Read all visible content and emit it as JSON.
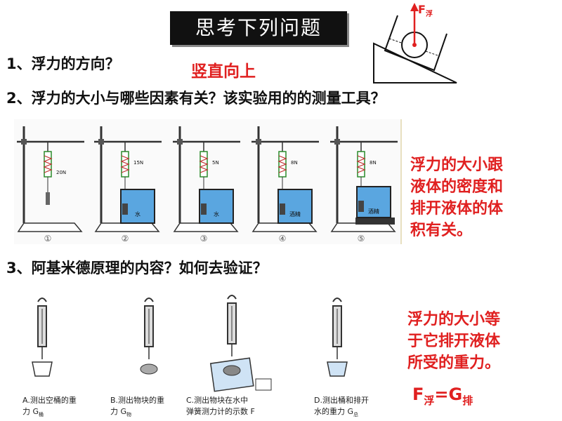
{
  "title": "思考下列问题",
  "force_label": "F",
  "force_sub": "浮",
  "q1": {
    "text": "1、浮力的方向？",
    "answer": "竖直向上"
  },
  "q2": {
    "text": "2、浮力的大小与哪些因素有关？该实验用的的测量工具？"
  },
  "q2_answer": [
    "浮力的大小跟",
    "液体的密度和",
    "排开液体的体",
    "积有关。"
  ],
  "experiment1": {
    "readings": [
      "20N",
      "15N",
      "5N",
      "8N",
      "8N"
    ],
    "liquids": [
      "",
      "水",
      "水",
      "酒精",
      "酒精"
    ],
    "numbers": [
      "①",
      "②",
      "③",
      "④",
      "⑤"
    ]
  },
  "q3": {
    "text": "3、阿基米德原理的内容？如何去验证？"
  },
  "q3_answer": [
    "浮力的大小等",
    "于它排开液体",
    "所受的重力。"
  ],
  "formula": {
    "lhs": "F",
    "lhs_sub": "浮",
    "eq": "=G",
    "rhs_sub": "排"
  },
  "experiment2": {
    "captions": [
      [
        "A.测出空桶的重",
        "力 G"
      ],
      [
        "B.测出物块的重",
        "力 G"
      ],
      [
        "C.测出物块在水中",
        "弹簧测力计的示数 F"
      ],
      [
        "D.测出桶和排开",
        "水的重力 G"
      ]
    ],
    "caption_subs": [
      "桶",
      "物",
      "",
      "总"
    ]
  }
}
